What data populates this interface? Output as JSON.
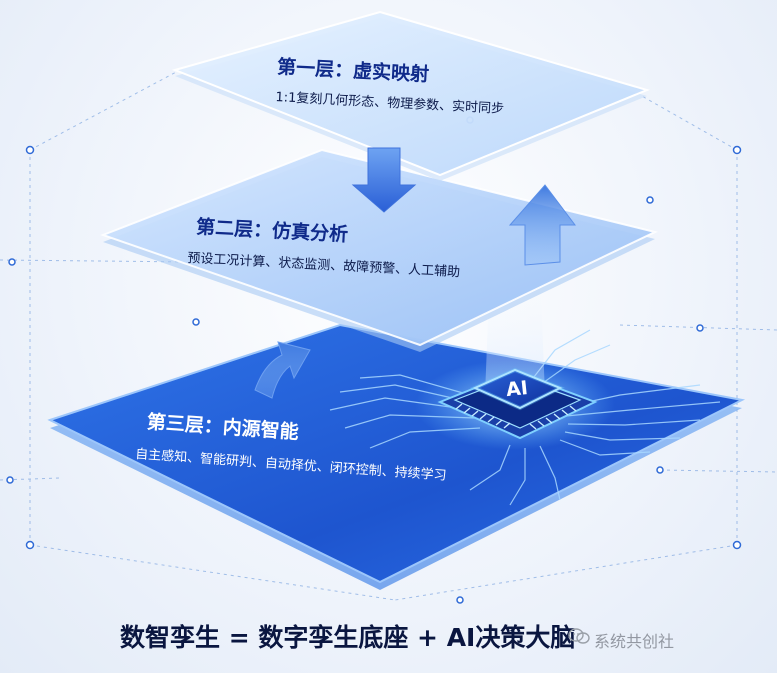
{
  "layers": [
    {
      "title": "第一层：虚实映射",
      "desc": "1:1复刻几何形态、物理参数、实时同步"
    },
    {
      "title": "第二层：仿真分析",
      "desc": "预设工况计算、状态监测、故障预警、人工辅助"
    },
    {
      "title": "第三层：内源智能",
      "desc": "自主感知、智能研判、自动择优、闭环控制、持续学习"
    }
  ],
  "chip_label": "AI",
  "caption": "数智孪生 = 数字孪生底座 + AI决策大脑",
  "watermark": "系统共创社",
  "colors": {
    "accent": "#1f5bd8",
    "title_blue": "#0f2a8a",
    "chip_glow": "#7fd0ff"
  },
  "icons": [
    "arrow-down-icon",
    "arrow-up-icon",
    "ai-chip-icon",
    "wechat-icon"
  ]
}
